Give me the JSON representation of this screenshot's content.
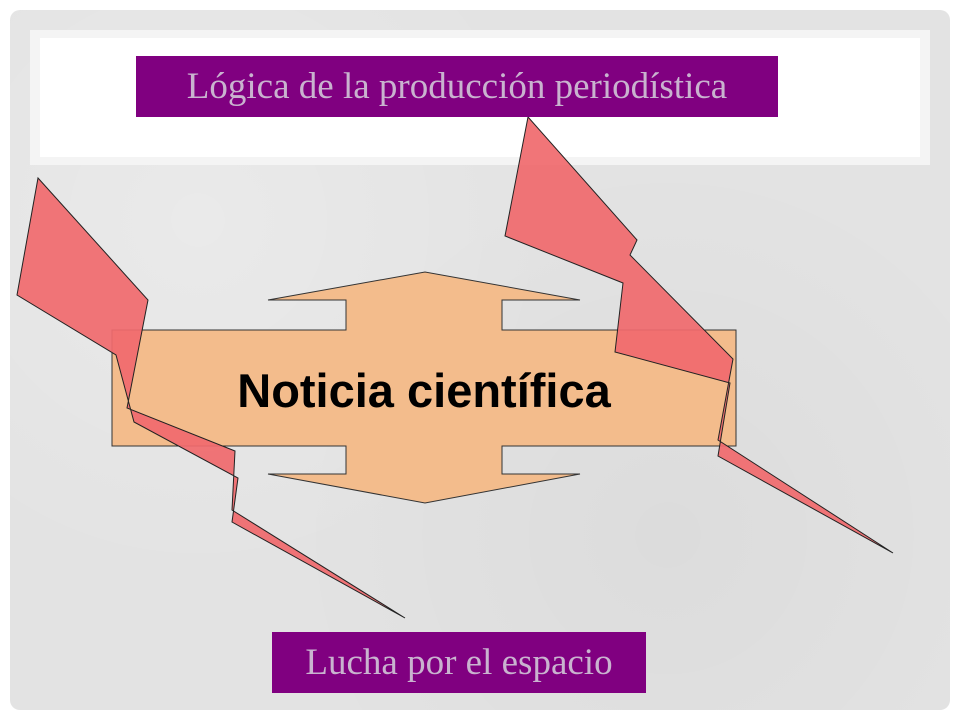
{
  "labels": {
    "top": "Lógica de la producción periodística",
    "center": "Noticia científica",
    "bottom": "Lucha por el espacio"
  },
  "colors": {
    "label_background": "#800080",
    "label_text": "#c9b3cf",
    "arrow_fill": "#f3bc8c",
    "bolt_fill": "#f06a6e",
    "center_text": "#000000"
  },
  "icons": {
    "left_bolt": "lightning-bolt",
    "right_bolt": "lightning-bolt",
    "center_arrow": "double-arrow"
  }
}
